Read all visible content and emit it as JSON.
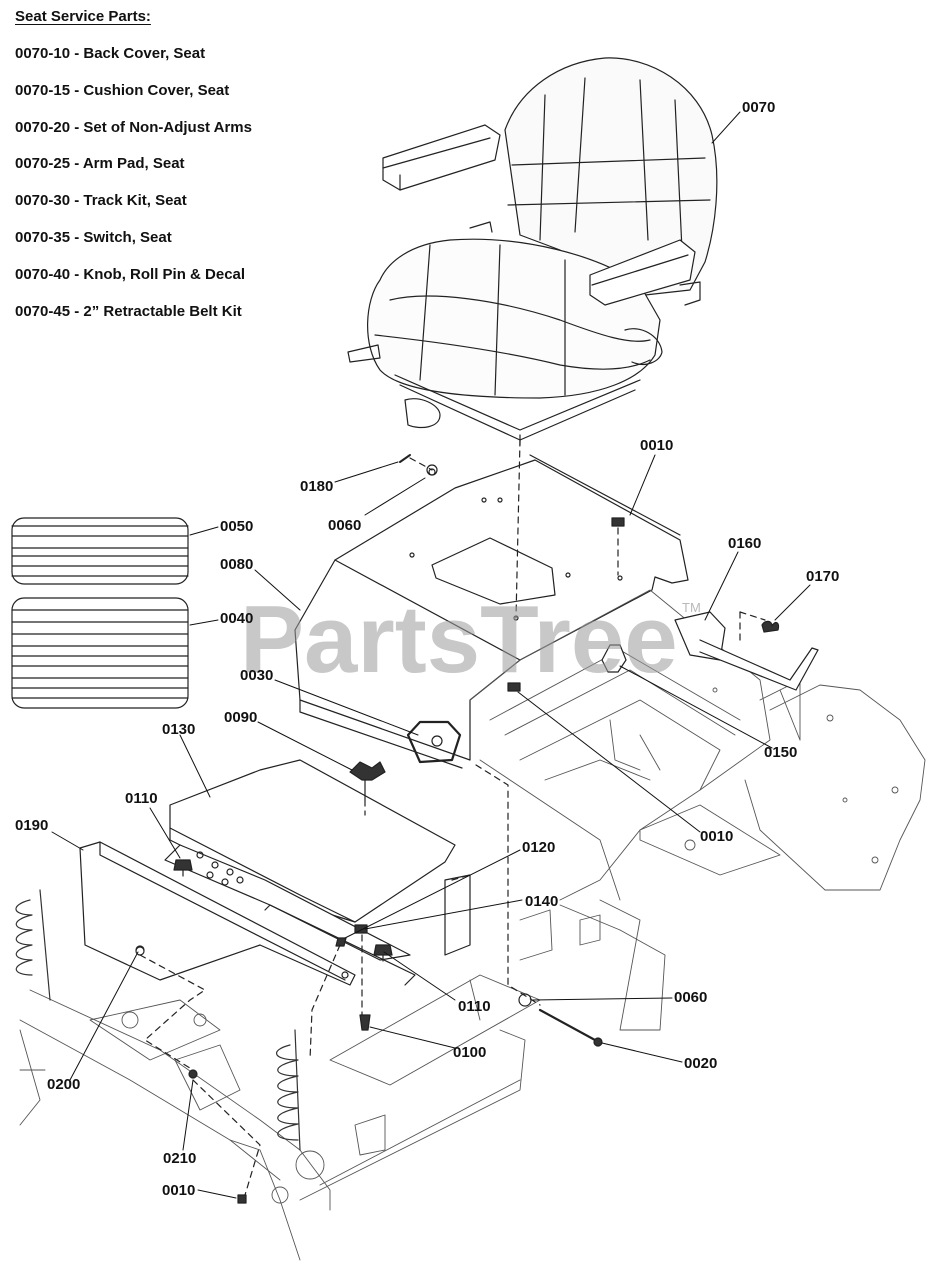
{
  "service_parts": {
    "heading": "Seat Service Parts:",
    "items": [
      "0070-10 - Back Cover, Seat",
      "0070-15 - Cushion Cover, Seat",
      "0070-20 - Set of Non-Adjust Arms",
      "0070-25 - Arm Pad, Seat",
      "0070-30 - Track Kit, Seat",
      "0070-35 - Switch, Seat",
      "0070-40 - Knob, Roll Pin & Decal",
      "0070-45 - 2” Retractable Belt Kit"
    ]
  },
  "callouts": {
    "c0070": "0070",
    "c0010_top": "0010",
    "c0180": "0180",
    "c0060_top": "0060",
    "c0050": "0050",
    "c0080": "0080",
    "c0160": "0160",
    "c0170": "0170",
    "c0040": "0040",
    "c0030": "0030",
    "c0090": "0090",
    "c0130": "0130",
    "c0150": "0150",
    "c0110_left": "0110",
    "c0010_mid": "0010",
    "c0190": "0190",
    "c0120": "0120",
    "c0140": "0140",
    "c0110_mid": "0110",
    "c0060_bottom": "0060",
    "c0100": "0100",
    "c0020": "0020",
    "c0200": "0200",
    "c0210": "0210",
    "c0010_bottom": "0010"
  },
  "watermark": {
    "text": "PartsTree",
    "tm": "TM"
  }
}
